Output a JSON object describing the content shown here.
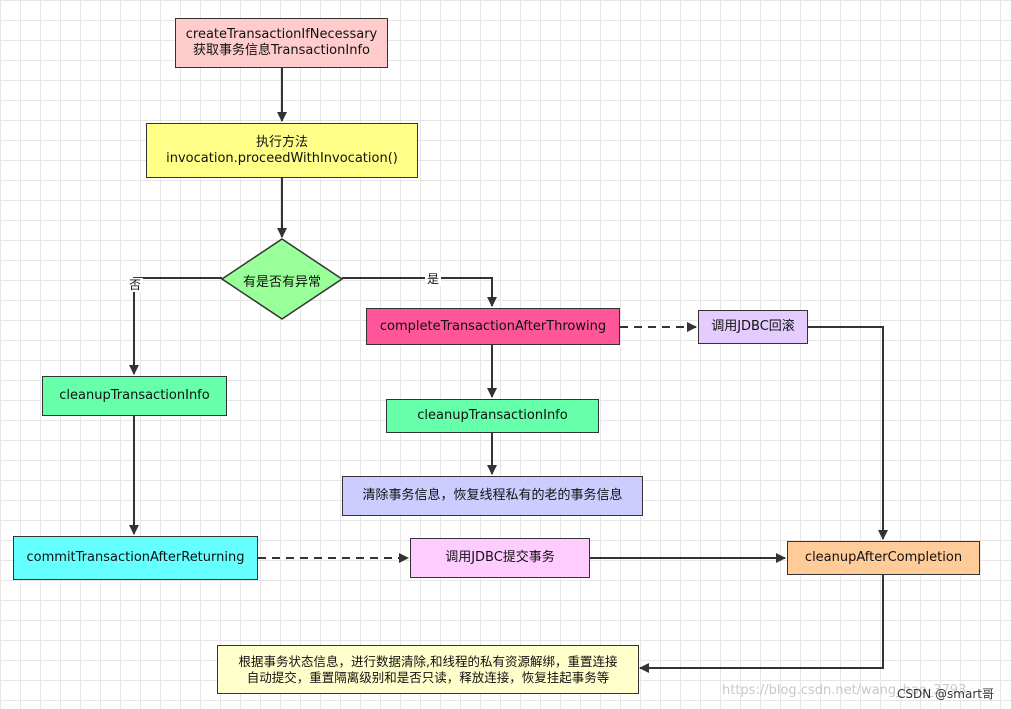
{
  "nodes": {
    "create_tx": {
      "lines": [
        "createTransactionIfNecessary",
        "获取事务信息TransactionInfo"
      ]
    },
    "invoke": {
      "lines": [
        "执行方法",
        "invocation.proceedWithInvocation()"
      ]
    },
    "decision": {
      "label": "有是否有异常"
    },
    "complete_throw": {
      "label": "completeTransactionAfterThrowing"
    },
    "jdbc_rollback": {
      "label": "调用JDBC回滚"
    },
    "cleanup_left": {
      "label": "cleanupTransactionInfo"
    },
    "cleanup_mid": {
      "label": "cleanupTransactionInfo"
    },
    "clear_info": {
      "label": "清除事务信息，恢复线程私有的老的事务信息"
    },
    "commit_return": {
      "label": "commitTransactionAfterReturning"
    },
    "jdbc_commit": {
      "label": "调用JDBC提交事务"
    },
    "cleanup_after": {
      "label": "cleanupAfterCompletion"
    },
    "note": {
      "lines": [
        "根据事务状态信息，进行数据清除,和线程的私有资源解绑，重置连接",
        "自动提交，重置隔离级别和是否只读，释放连接，恢复挂起事务等"
      ]
    }
  },
  "edges": {
    "no_label": "否",
    "yes_label": "是"
  },
  "colors": {
    "create_tx": "#ffcccc",
    "invoke": "#ffff88",
    "decision": "#99ff99",
    "complete_throw": "#ff5599",
    "jdbc_rollback": "#e5ccff",
    "cleanup": "#66ffaa",
    "clear_info": "#ccccff",
    "commit_return": "#66ffff",
    "jdbc_commit": "#ffccff",
    "cleanup_after": "#ffcc99",
    "note": "#ffffcc"
  },
  "watermark": "https://blog.csdn.net/wang_hao_3793",
  "credit": "CSDN @smart哥"
}
